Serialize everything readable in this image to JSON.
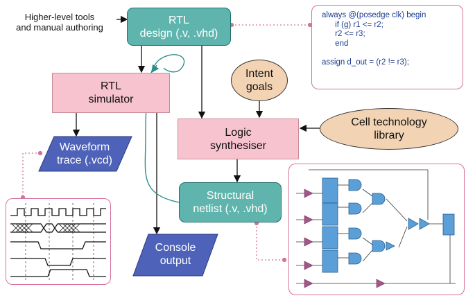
{
  "diagram": {
    "source_note": [
      "Higher-level tools",
      "and manual authoring"
    ],
    "rtl_design": [
      "RTL",
      "design (.v, .vhd)"
    ],
    "rtl_simulator": [
      "RTL",
      "simulator"
    ],
    "intent_goals": [
      "Intent",
      "goals"
    ],
    "logic_synthesiser": [
      "Logic",
      "synthesiser"
    ],
    "cell_library": [
      "Cell technology",
      "library"
    ],
    "waveform": [
      "Waveform",
      "trace (.vcd)"
    ],
    "netlist": [
      "Structural",
      "netlist (.v, .vhd)"
    ],
    "console": [
      "Console",
      "output"
    ],
    "code_snippet": "always @(posedge clk) begin\n      if (g) r1 <= r2;\n      r2 <= r3;\n      end\n\nassign d_out = (r2 != r3);",
    "colors": {
      "teal_node": "#5fb5ad",
      "pink_node": "#f6c3cf",
      "oval_node": "#f2d3b3",
      "parallelogram": "#4d62b8",
      "link_dotted": "#d6709c",
      "gate_fill": "#5a9fd8",
      "buffer_fill": "#a3568a"
    }
  }
}
